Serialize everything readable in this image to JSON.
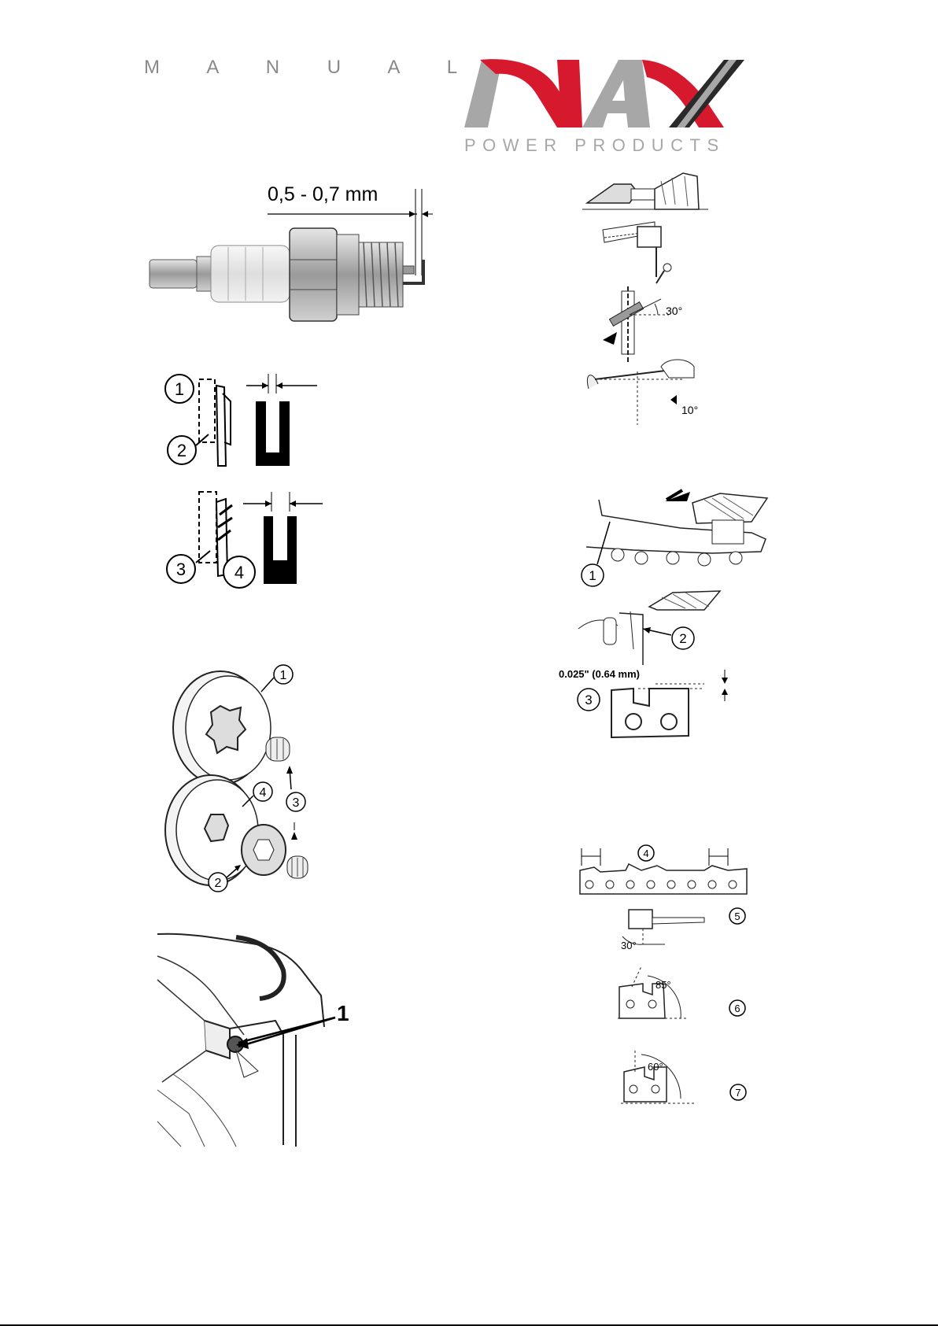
{
  "header": {
    "manual_label": "M A N U A L",
    "logo": {
      "brand": "NAX",
      "tagline": "POWER PRODUCTS",
      "colors": {
        "red": "#d7192e",
        "grey": "#a7a7a7",
        "dark": "#2a2a2a"
      }
    }
  },
  "figures": {
    "spark_plug": {
      "gap_label": "0,5 - 0,7 mm"
    },
    "spark_gap_worn": {
      "callouts": [
        "1",
        "2"
      ]
    },
    "spark_gap_adjusted": {
      "callouts": [
        "3",
        "4"
      ]
    },
    "clutch_drum": {
      "callouts": [
        "1",
        "2",
        "3",
        "4"
      ]
    },
    "oil_adjust_screw": {
      "callout": "1"
    },
    "sharpening_steps": {
      "angle_top": "30°",
      "angle_file": "10°"
    },
    "depth_gauge": {
      "callouts": [
        "1",
        "2",
        "3"
      ],
      "clearance_label": "0.025\" (0.64 mm)"
    },
    "chain_angles": {
      "callouts": [
        "4",
        "5",
        "6",
        "7"
      ],
      "angles": [
        "30°",
        "85°",
        "60°"
      ]
    }
  }
}
